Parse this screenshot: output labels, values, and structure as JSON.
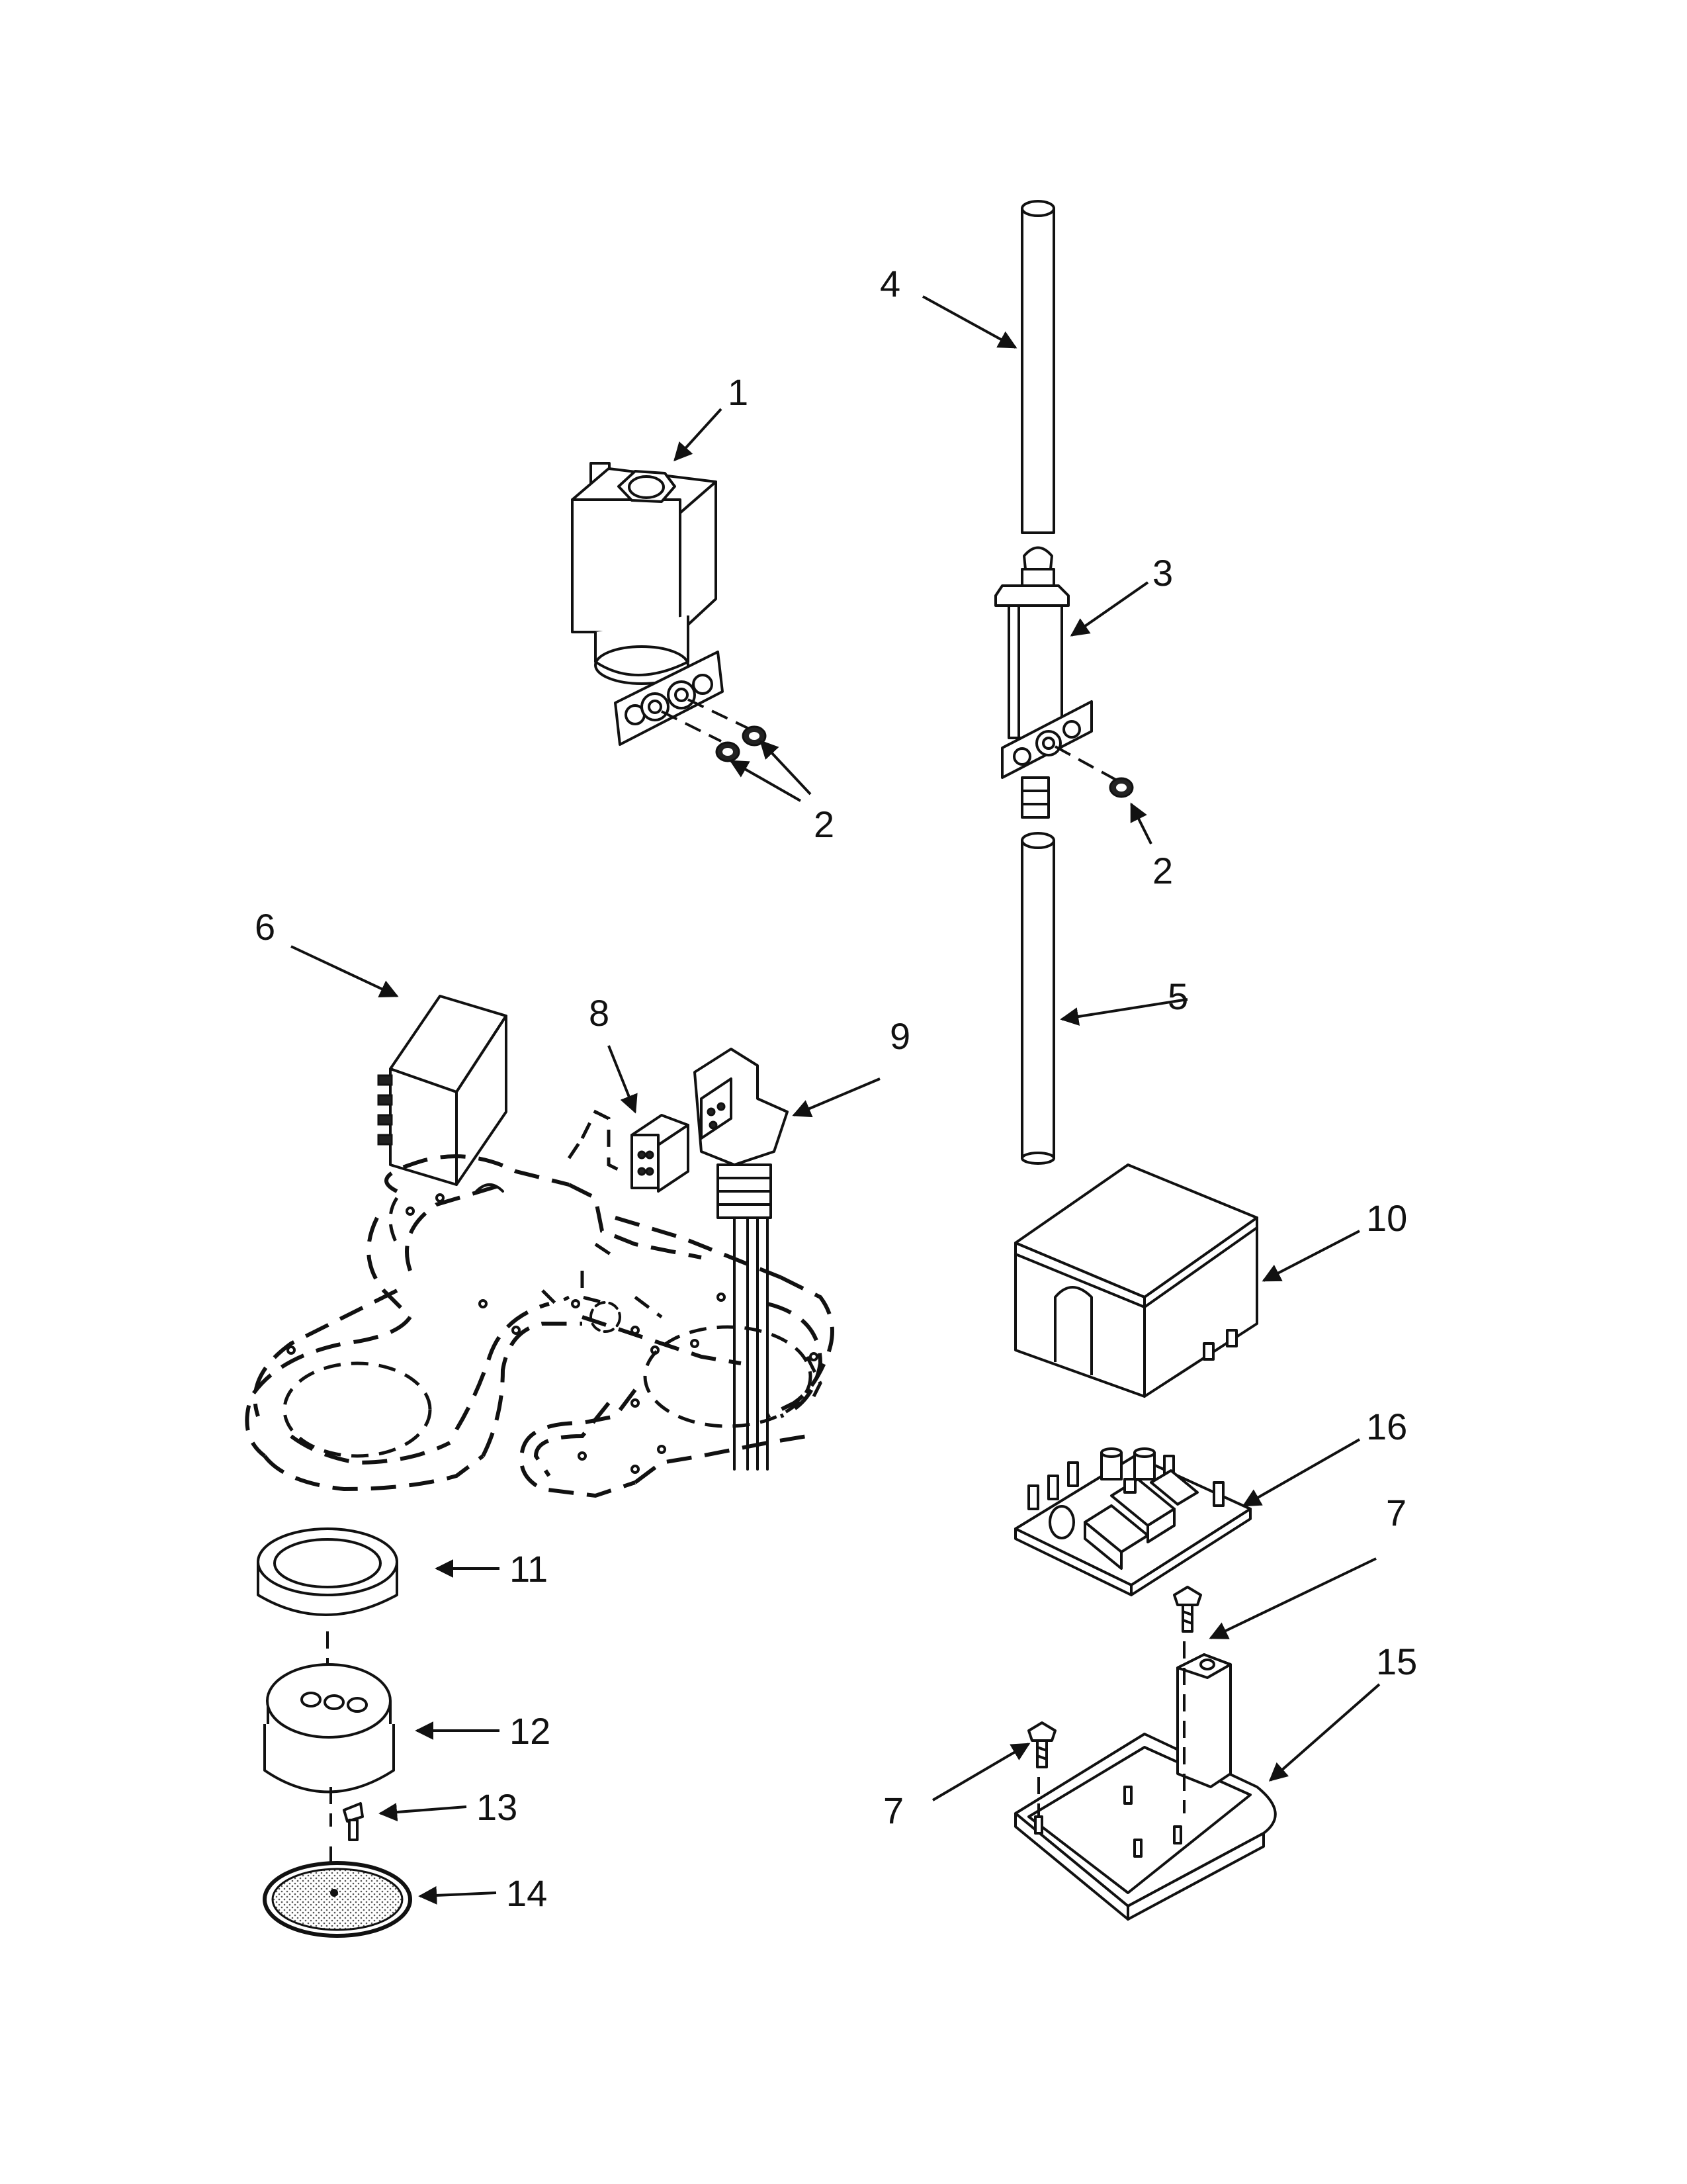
{
  "callouts": [
    {
      "id": "1",
      "text": "1"
    },
    {
      "id": "2a",
      "text": "2"
    },
    {
      "id": "2b",
      "text": "2"
    },
    {
      "id": "3",
      "text": "3"
    },
    {
      "id": "4",
      "text": "4"
    },
    {
      "id": "5",
      "text": "5"
    },
    {
      "id": "6",
      "text": "6"
    },
    {
      "id": "7a",
      "text": "7"
    },
    {
      "id": "7b",
      "text": "7"
    },
    {
      "id": "8",
      "text": "8"
    },
    {
      "id": "9",
      "text": "9"
    },
    {
      "id": "10",
      "text": "10"
    },
    {
      "id": "11",
      "text": "11"
    },
    {
      "id": "12",
      "text": "12"
    },
    {
      "id": "13",
      "text": "13"
    },
    {
      "id": "14",
      "text": "14"
    },
    {
      "id": "15",
      "text": "15"
    },
    {
      "id": "16",
      "text": "16"
    }
  ],
  "colors": {
    "ink": "#111111",
    "paper": "#ffffff"
  }
}
